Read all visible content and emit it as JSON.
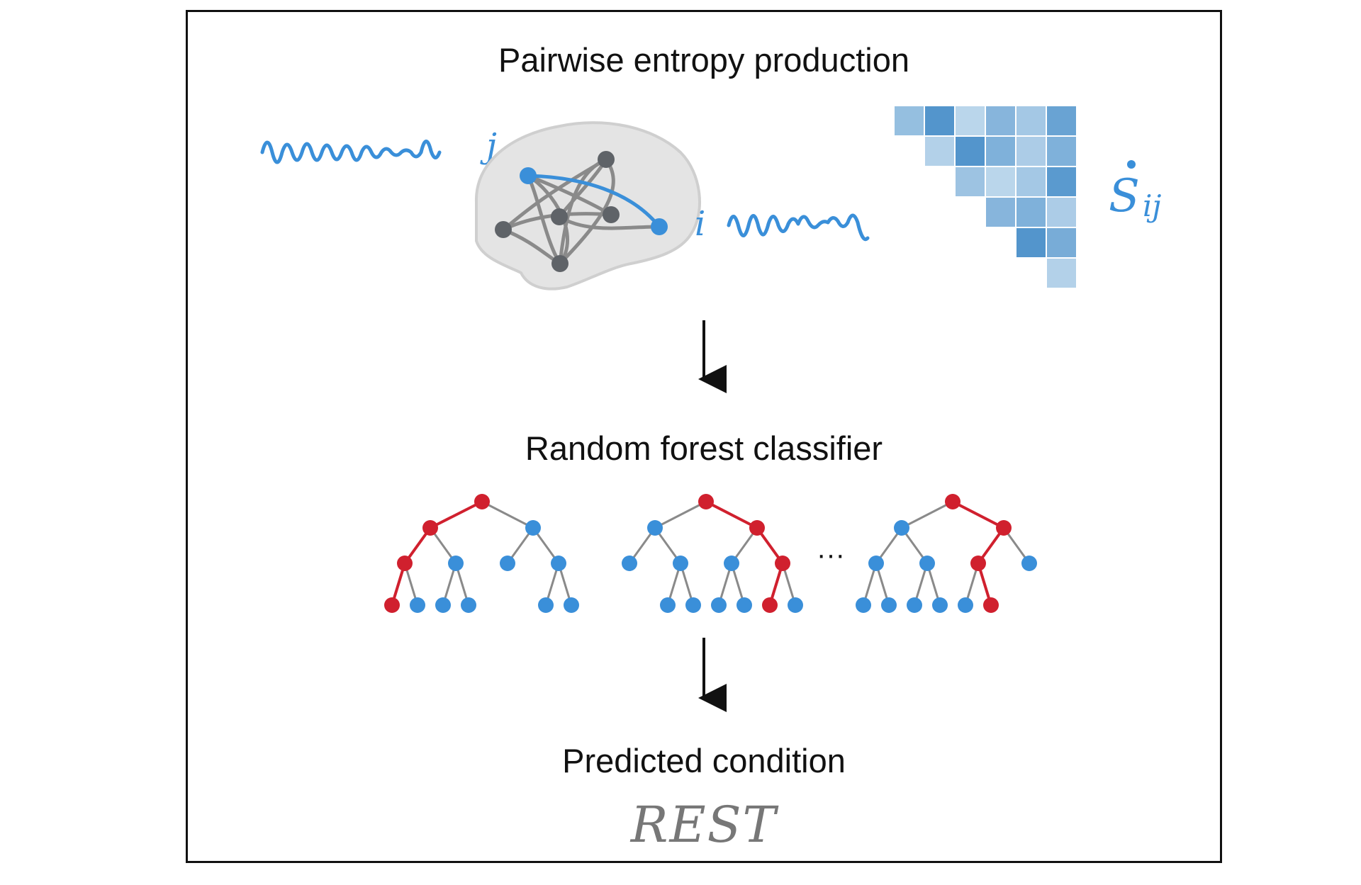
{
  "titles": {
    "top": "Pairwise entropy production",
    "middle": "Random forest classifier",
    "bottom": "Predicted condition"
  },
  "prediction": "REST",
  "labels": {
    "node_j": "j",
    "node_i": "i",
    "symbol_main": "S",
    "symbol_sub": "ij",
    "ellipsis": "···"
  },
  "colors": {
    "blue": "#3a8fd9",
    "red": "#d0202e",
    "gray_node": "#5f6368",
    "edge": "#8a8a8a",
    "text": "#111111",
    "prediction_text": "#777777"
  },
  "matrix_rows": [
    [
      0.45,
      0.9,
      0.2,
      0.55,
      0.35,
      0.75
    ],
    [
      0.25,
      0.9,
      0.6,
      0.3,
      0.6
    ],
    [
      0.4,
      0.2,
      0.35,
      0.85
    ],
    [
      0.55,
      0.6,
      0.3
    ],
    [
      0.9,
      0.65
    ],
    [
      0.25
    ]
  ],
  "forest": [
    {
      "path": "red-left"
    },
    {
      "path": "red-right-inner"
    },
    {
      "path": "red-right"
    }
  ]
}
